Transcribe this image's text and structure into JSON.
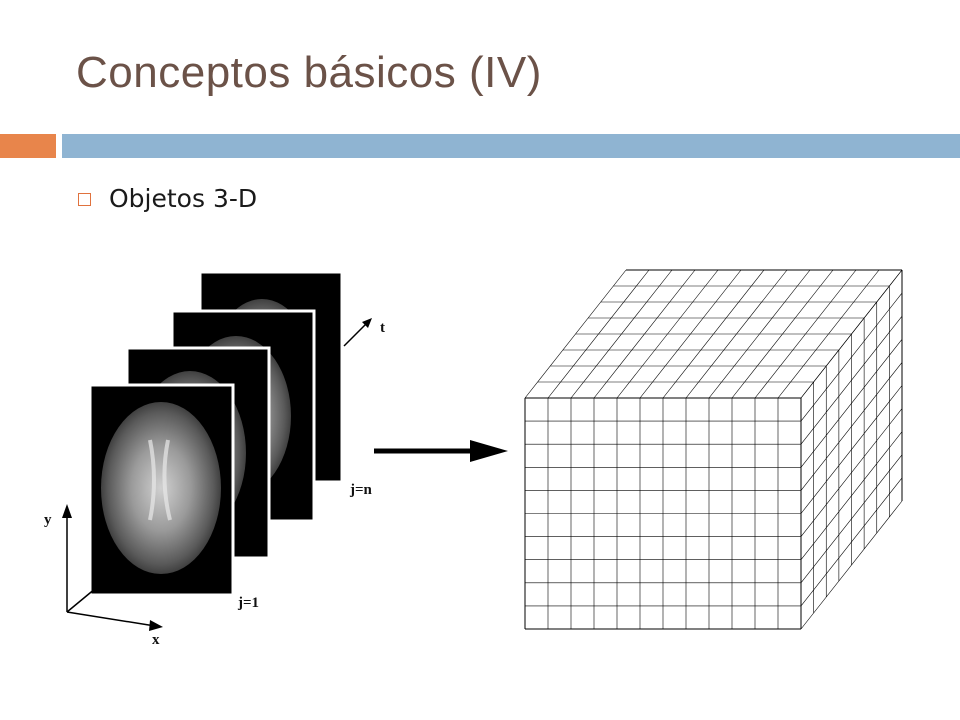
{
  "slide": {
    "title": "Conceptos básicos (IV)",
    "bullet": "Objetos 3-D"
  },
  "figure": {
    "labels": {
      "t": "t",
      "j_n": "j=n",
      "j_1": "j=1",
      "y": "y",
      "x": "x"
    },
    "slice_count": 4,
    "grid": {
      "front_cols": 12,
      "front_rows": 10,
      "depth_layers": 8
    }
  },
  "colors": {
    "title": "#6b5248",
    "accent_bar": "#e8854b",
    "header_bar": "#8fb4d2",
    "bullet_box": "#e0723e"
  }
}
